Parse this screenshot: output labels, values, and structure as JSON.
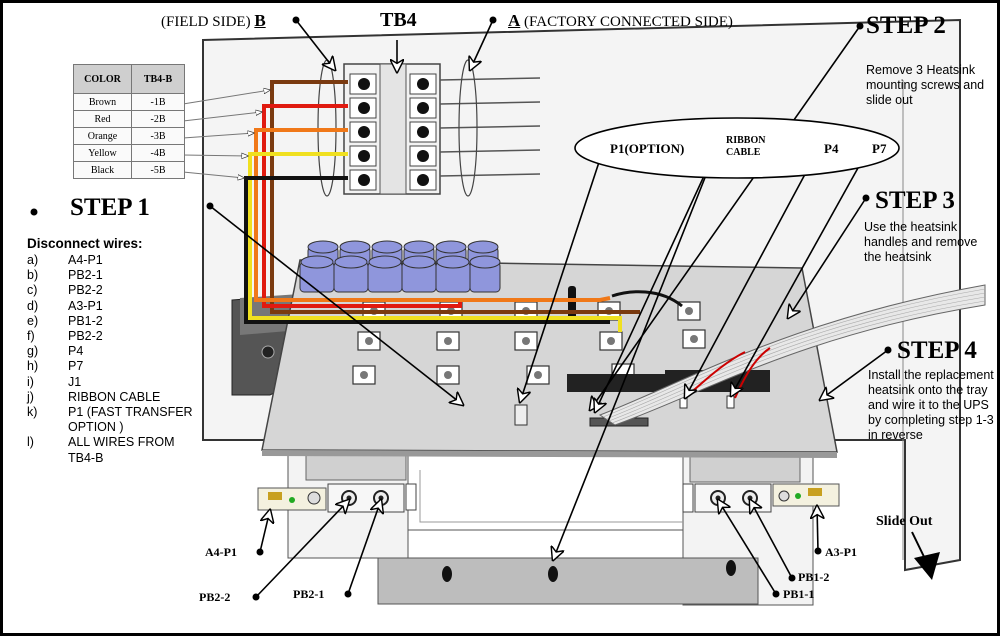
{
  "top": {
    "field_side_prefix": "(FIELD SIDE) ",
    "field_side_letter": "B",
    "tb4": "TB4",
    "factory_letter": "A",
    "factory_suffix": " (FACTORY CONNECTED SIDE)"
  },
  "table": {
    "headers": [
      "COLOR",
      "TB4-B"
    ],
    "rows": [
      [
        "Brown",
        "-1B"
      ],
      [
        "Red",
        "-2B"
      ],
      [
        "Orange",
        "-3B"
      ],
      [
        "Yellow",
        "-4B"
      ],
      [
        "Black",
        "-5B"
      ]
    ]
  },
  "step1": {
    "title": "STEP 1",
    "heading": "Disconnect wires:",
    "items": [
      {
        "key": "a)",
        "text": "A4-P1"
      },
      {
        "key": "b)",
        "text": "PB2-1"
      },
      {
        "key": "c)",
        "text": "PB2-2"
      },
      {
        "key": "d)",
        "text": "A3-P1"
      },
      {
        "key": "e)",
        "text": "PB1-2"
      },
      {
        "key": "f)",
        "text": "PB2-2"
      },
      {
        "key": "g)",
        "text": "P4"
      },
      {
        "key": "h)",
        "text": "P7"
      },
      {
        "key": "i)",
        "text": "J1"
      },
      {
        "key": "j)",
        "text": "RIBBON CABLE"
      },
      {
        "key": "k)",
        "text": "P1 (FAST TRANSFER OPTION )"
      },
      {
        "key": "l)",
        "text": "ALL WIRES FROM TB4-B"
      }
    ]
  },
  "step2": {
    "title": "STEP 2",
    "text": "Remove 3 Heatsink mounting screws and slide out"
  },
  "step3": {
    "title": "STEP 3",
    "text": "Use the heatsink handles and remove the heatsink"
  },
  "step4": {
    "title": "STEP 4",
    "text": "Install the replacement heatsink onto the tray and wire it to the UPS by completing step 1-3 in reverse"
  },
  "connectors": {
    "p1": "P1(OPTION)",
    "ribbon": "RIBBON CABLE",
    "p4": "P4",
    "p7": "P7"
  },
  "bottom_labels": {
    "a4p1": "A4-P1",
    "pb22": "PB2-2",
    "pb21": "PB2-1",
    "pb12": "PB1-2",
    "pb11": "PB1-1",
    "a3p1": "A3-P1",
    "slide_out": "Slide Out"
  },
  "colors": {
    "brown": "#7a3a10",
    "red": "#e01a10",
    "orange": "#f07818",
    "yellow": "#f0e020",
    "black": "#111111",
    "capacitor": "#8f96dc"
  }
}
